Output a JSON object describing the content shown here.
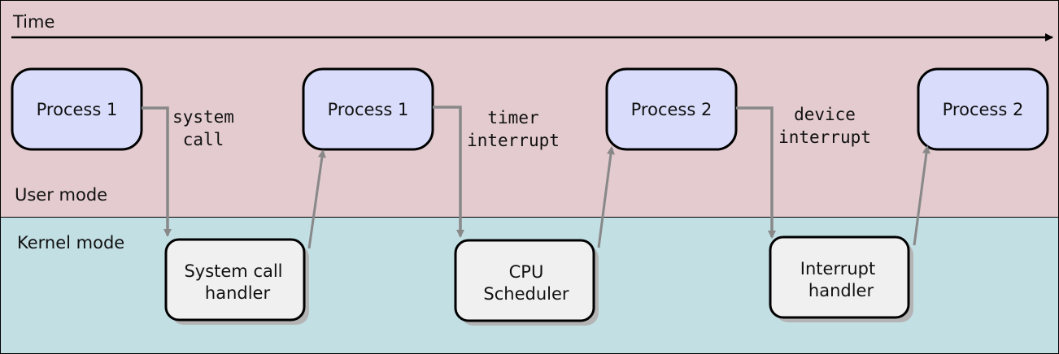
{
  "regions": {
    "user": {
      "label": "User mode",
      "color": "#e3cbcf"
    },
    "kernel": {
      "label": "Kernel mode",
      "color": "#c2dfe4"
    }
  },
  "timeline": {
    "label": "Time"
  },
  "user_processes": [
    {
      "label": "Process 1"
    },
    {
      "label": "Process 1"
    },
    {
      "label": "Process 2"
    },
    {
      "label": "Process 2"
    }
  ],
  "kernel_handlers": [
    {
      "line1": "System call",
      "line2": "handler"
    },
    {
      "line1": "CPU",
      "line2": "Scheduler"
    },
    {
      "line1": "Interrupt",
      "line2": "handler"
    }
  ],
  "transitions": [
    {
      "line1": "system",
      "line2": "call"
    },
    {
      "line1": "timer",
      "line2": "interrupt"
    },
    {
      "line1": "device",
      "line2": "interrupt"
    }
  ],
  "colors": {
    "process_fill": "#d9ddfb",
    "handler_fill": "#f0f0f0",
    "arrow": "#888888",
    "outline": "#000000"
  }
}
